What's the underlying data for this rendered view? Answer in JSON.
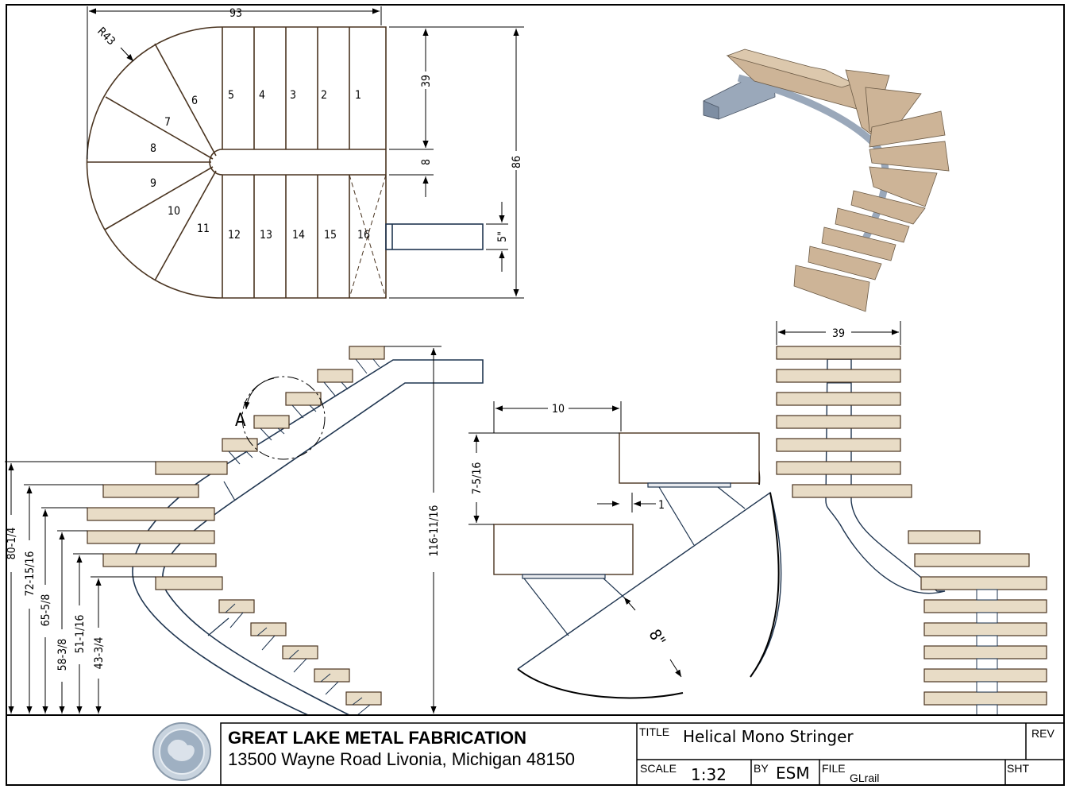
{
  "plan": {
    "overall_width": "93",
    "radius": "R43",
    "flight_depth": "39",
    "gap": "8",
    "overall_depth": "86",
    "stringer_size": "5\"",
    "treads": [
      "1",
      "2",
      "3",
      "4",
      "5",
      "6",
      "7",
      "8",
      "9",
      "10",
      "11",
      "12",
      "13",
      "14",
      "15",
      "16"
    ]
  },
  "elevation": {
    "total_height": "116-11/16",
    "heights": [
      "80-1/4",
      "72-15/16",
      "65-5/8",
      "58-3/8",
      "51-1/16",
      "43-3/4"
    ],
    "detail_label": "A"
  },
  "detail": {
    "tread_depth": "10",
    "rise": "7-5/16",
    "offset": "1",
    "stringer_width": "8\""
  },
  "side_view": {
    "width": "39"
  },
  "title_block": {
    "company": "GREAT LAKE METAL FABRICATION",
    "address": "13500 Wayne Road Livonia, Michigan 48150",
    "title_label": "TITLE",
    "title": "Helical Mono Stringer",
    "rev_label": "REV",
    "scale_label": "SCALE",
    "scale": "1:32",
    "by_label": "BY",
    "by": "ESM",
    "file_label": "FILE",
    "file": "GLrail",
    "sht_label": "SHT"
  },
  "colors": {
    "line": "#4a3420",
    "tread_fill": "#e8dcc6",
    "tread_3d": "#cdb497",
    "stringer": "#1f3550",
    "stringer_3d": "#9aa8ba"
  }
}
